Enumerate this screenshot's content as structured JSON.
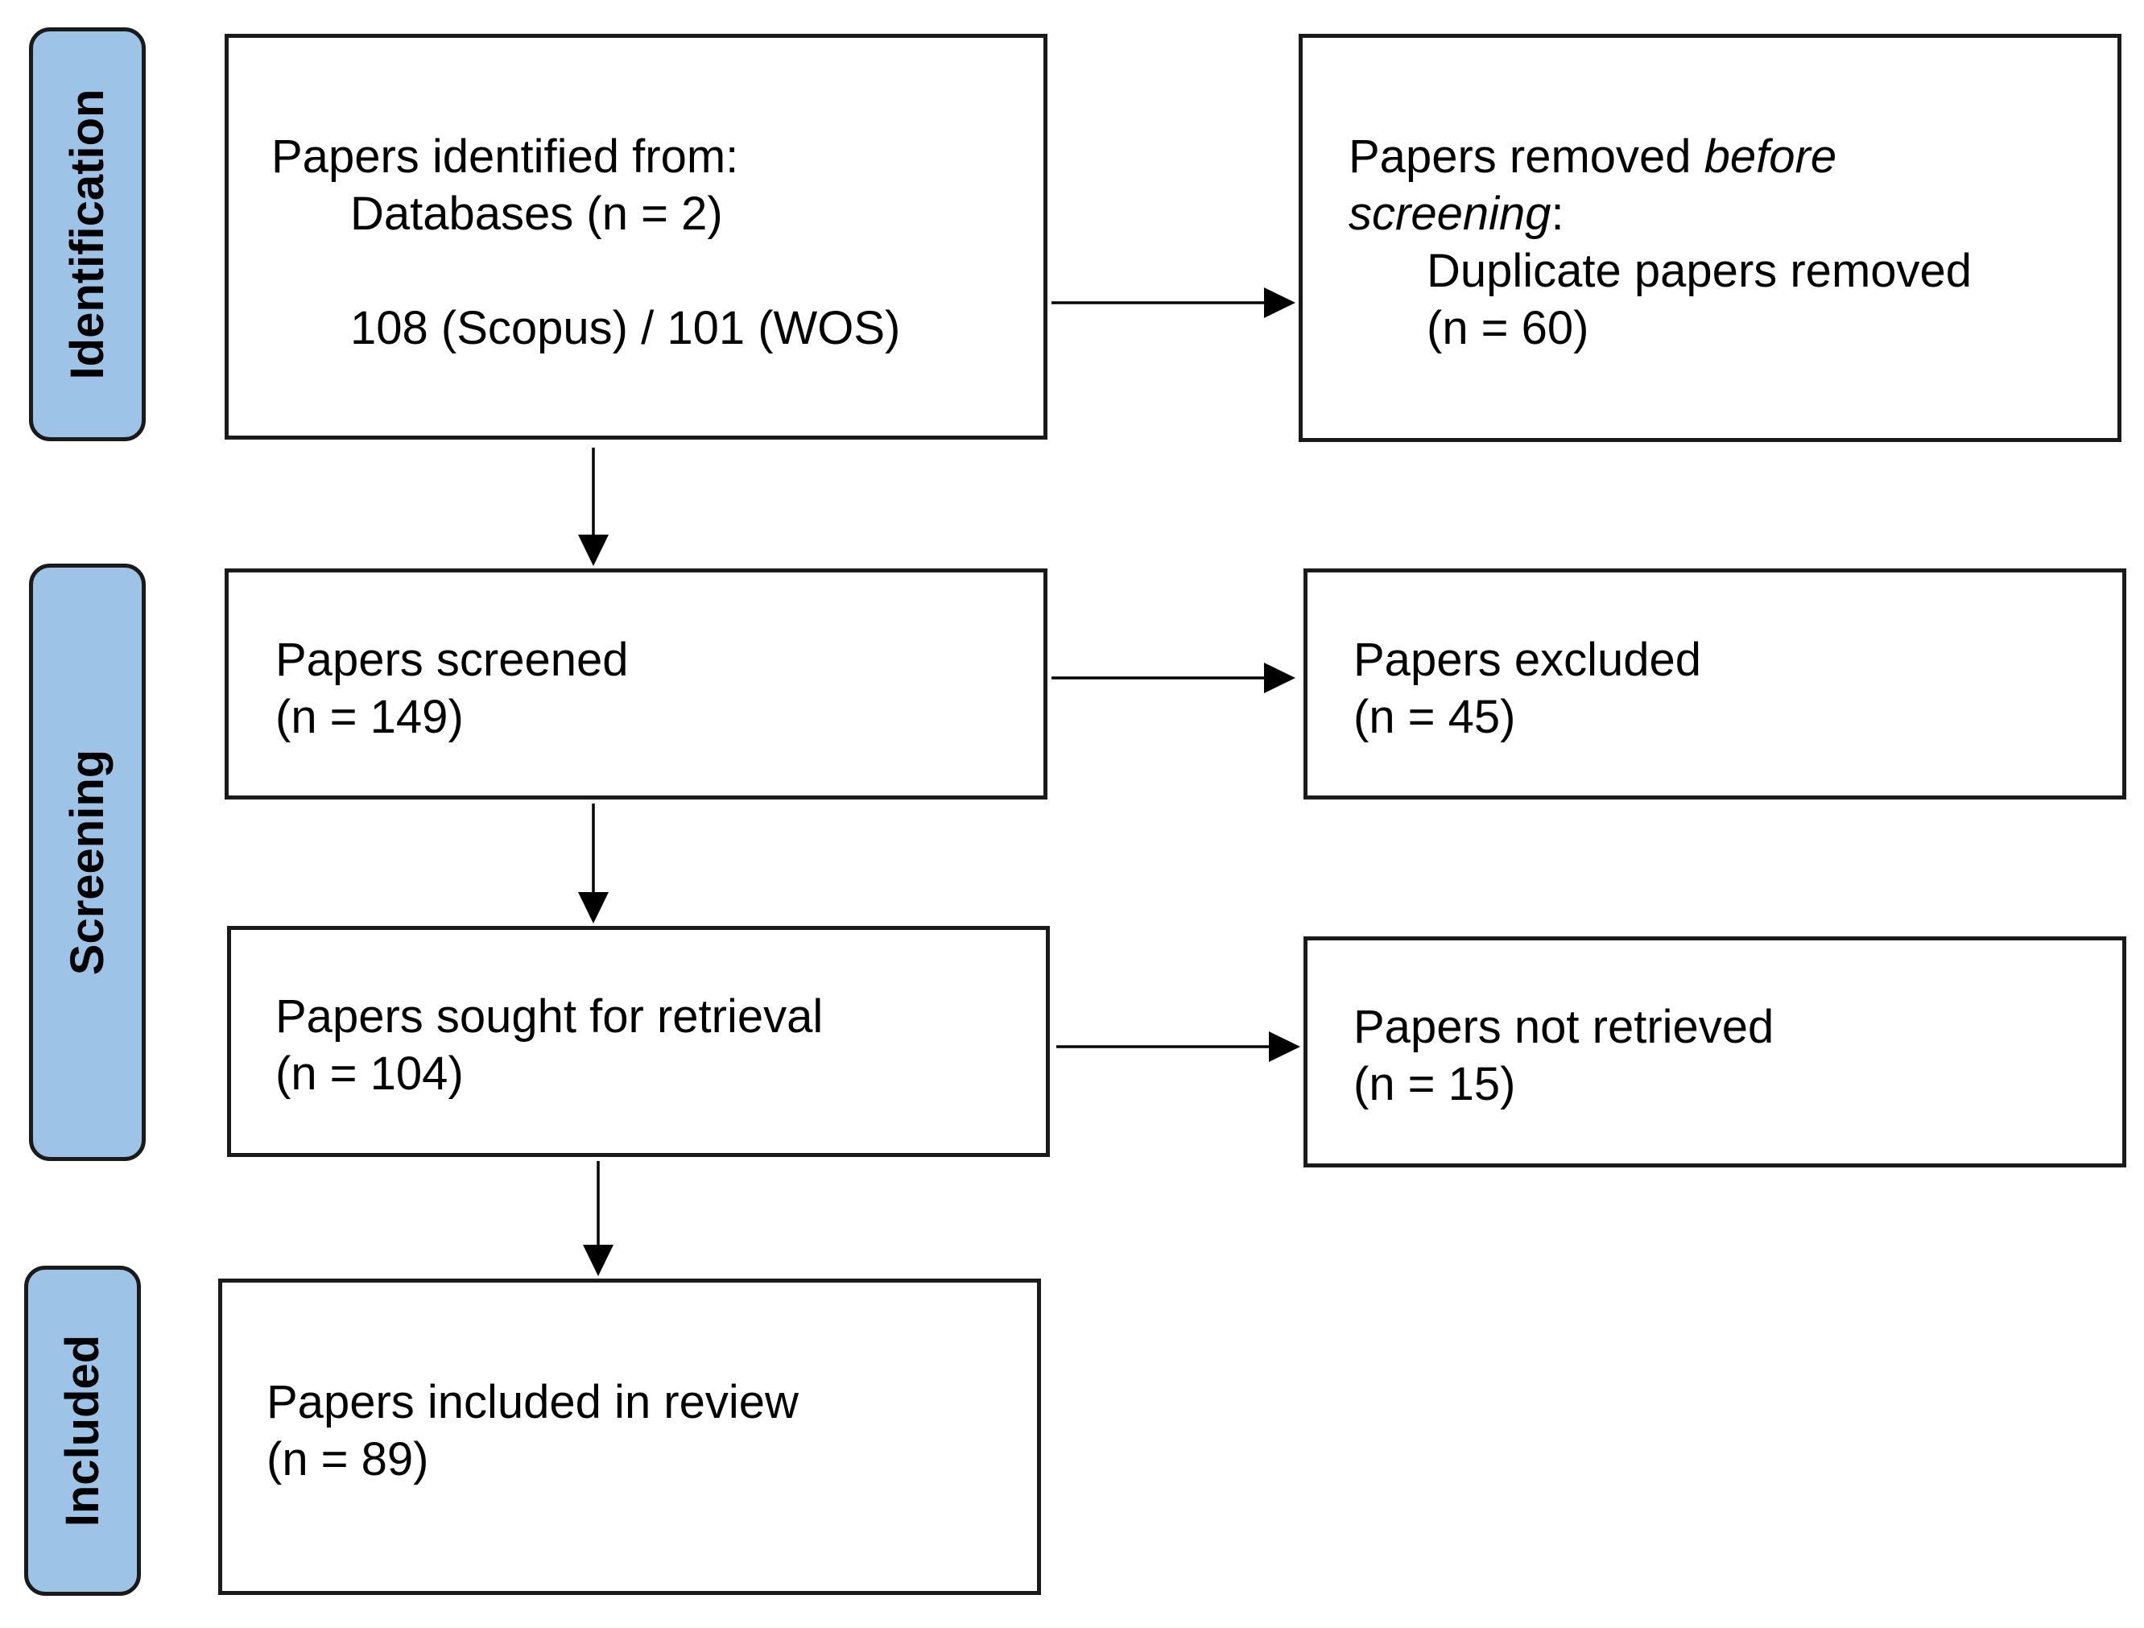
{
  "phases": {
    "identification": "Identification",
    "screening": "Screening",
    "included": "Included"
  },
  "boxes": {
    "identified": {
      "line1": "Papers identified from:",
      "line2": "Databases (n = 2)",
      "line3": "108 (Scopus) / 101 (WOS)"
    },
    "removed": {
      "line1_prefix": "Papers removed ",
      "line1_emph": "before",
      "line2_emph": "screening",
      "line2_suffix": ":",
      "line3": "Duplicate papers removed",
      "line4": "(n = 60)"
    },
    "screened": {
      "line1": "Papers screened",
      "line2": "(n = 149)"
    },
    "excluded": {
      "line1": "Papers excluded",
      "line2": "(n = 45)"
    },
    "sought": {
      "line1": "Papers sought for retrieval",
      "line2": "(n = 104)"
    },
    "not_retrieved": {
      "line1": "Papers not retrieved",
      "line2": "(n = 15)"
    },
    "included": {
      "line1": "Papers included in review",
      "line2": "(n = 89)"
    }
  }
}
